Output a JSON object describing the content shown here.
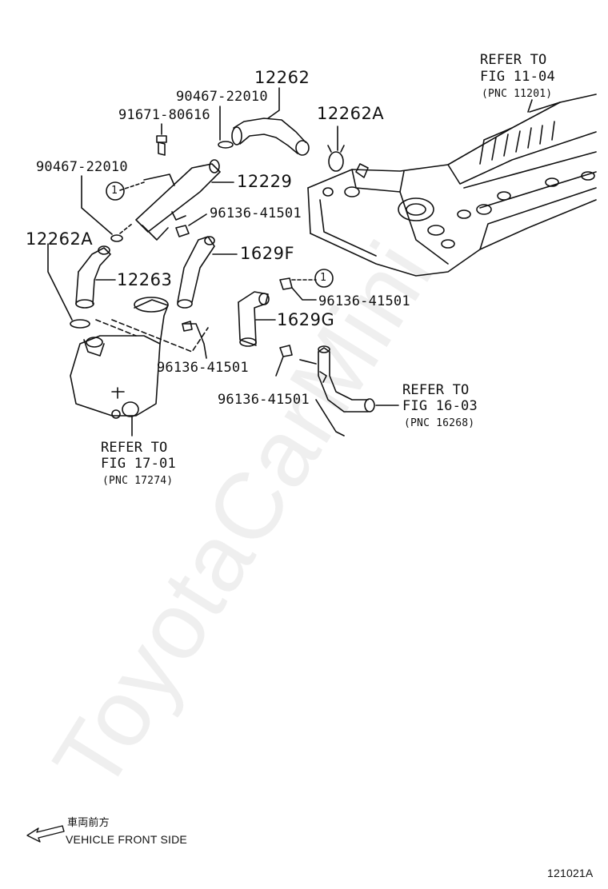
{
  "callouts": {
    "p12262": "12262",
    "p90467_top": "90467-22010",
    "p91671": "91671-80616",
    "p12262A_right": "12262A",
    "p90467_left": "90467-22010",
    "p12229": "12229",
    "p96136_a": "96136-41501",
    "p12262A_left": "12262A",
    "p1629F": "1629F",
    "p12263": "12263",
    "p96136_b": "96136-41501",
    "p1629G": "1629G",
    "p96136_c": "96136-41501",
    "p96136_d": "96136-41501"
  },
  "refs": {
    "r1": {
      "line1": "REFER TO",
      "line2": "FIG 11-04",
      "line3": "(PNC 11201)"
    },
    "r2": {
      "line1": "REFER TO",
      "line2": "FIG 16-03",
      "line3": "(PNC 16268)"
    },
    "r3": {
      "line1": "REFER TO",
      "line2": "FIG 17-01",
      "line3": "(PNC 17274)"
    }
  },
  "markers": {
    "m1": "1",
    "m2": "1"
  },
  "footer": {
    "jp_label": "車両前方",
    "en_label": "VEHICLE FRONT SIDE",
    "diagram_code": "121021A"
  },
  "watermark": "ToyotaCarMini"
}
